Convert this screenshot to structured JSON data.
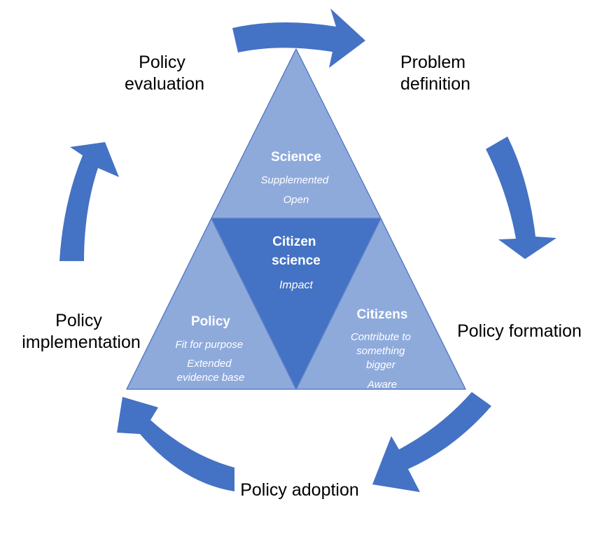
{
  "colors": {
    "arrow": "#4472c4",
    "triangle_light": "#8eaadb",
    "triangle_dark": "#4472c4",
    "triangle_edge": "#5b7fc7",
    "text_dark": "#000000",
    "text_light": "#ffffff"
  },
  "cycle": {
    "policy_evaluation": [
      "Policy",
      "evaluation"
    ],
    "problem_definition": [
      "Problem",
      "definition"
    ],
    "policy_formation": "Policy formation",
    "policy_adoption": "Policy adoption",
    "policy_implementation": [
      "Policy",
      "implementation"
    ]
  },
  "triangles": {
    "science": {
      "title": "Science",
      "lines": [
        "Supplemented",
        "Open"
      ]
    },
    "citizen_science": {
      "title": [
        "Citizen",
        "science"
      ],
      "lines": [
        "Impact"
      ]
    },
    "policy": {
      "title": "Policy",
      "lines": [
        "Fit for purpose",
        "Extended",
        "evidence base"
      ]
    },
    "citizens": {
      "title": "Citizens",
      "lines": [
        "Contribute to",
        "something",
        "bigger",
        "Aware"
      ]
    }
  }
}
